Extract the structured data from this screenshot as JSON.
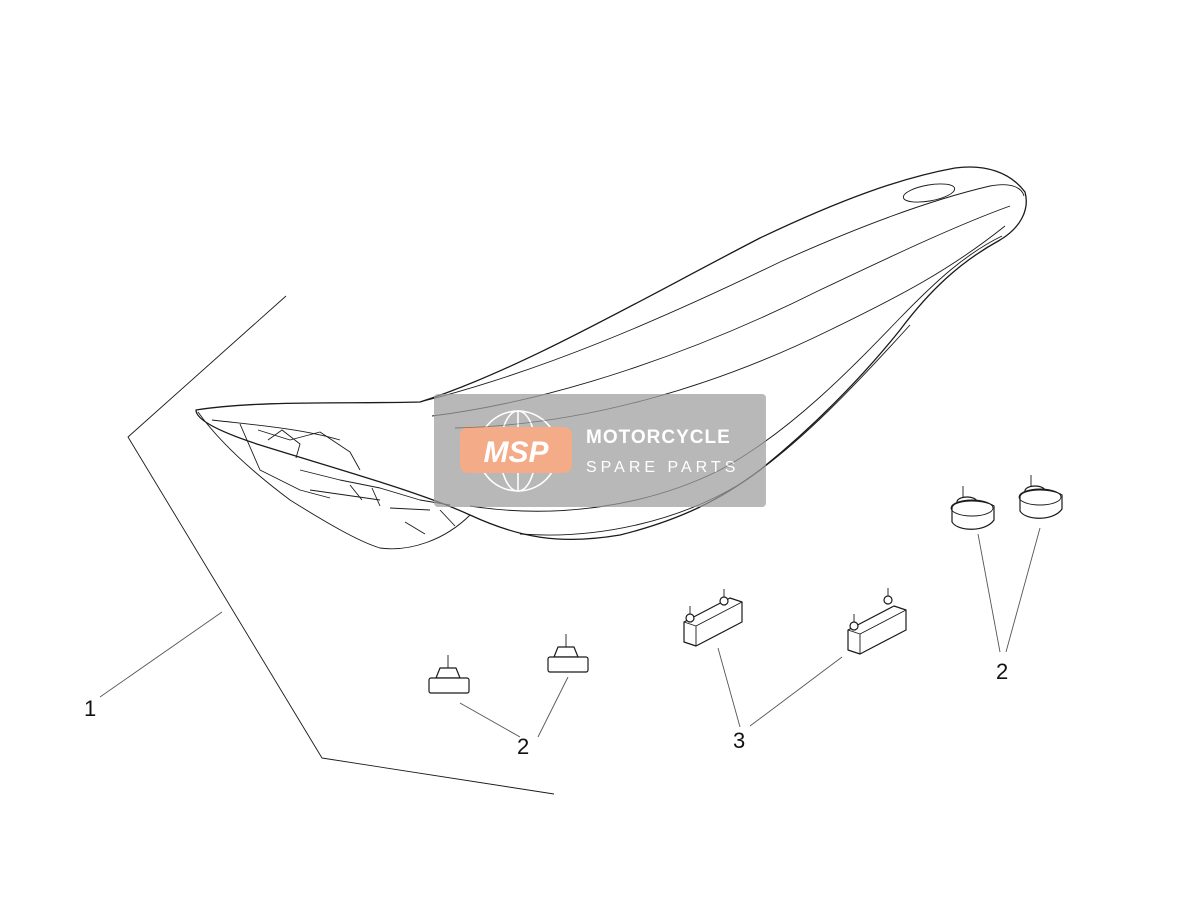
{
  "callouts": {
    "seat": "1",
    "rubber_buffer_left": "2",
    "rubber_buffer_right": "2",
    "bracket_pads": "3"
  },
  "watermark": {
    "logo": "MSP",
    "title": "MOTORCYCLE",
    "subtitle": "SPARE PARTS",
    "accent_color": "#f08c5a",
    "panel_color": "#9e9e9e"
  }
}
